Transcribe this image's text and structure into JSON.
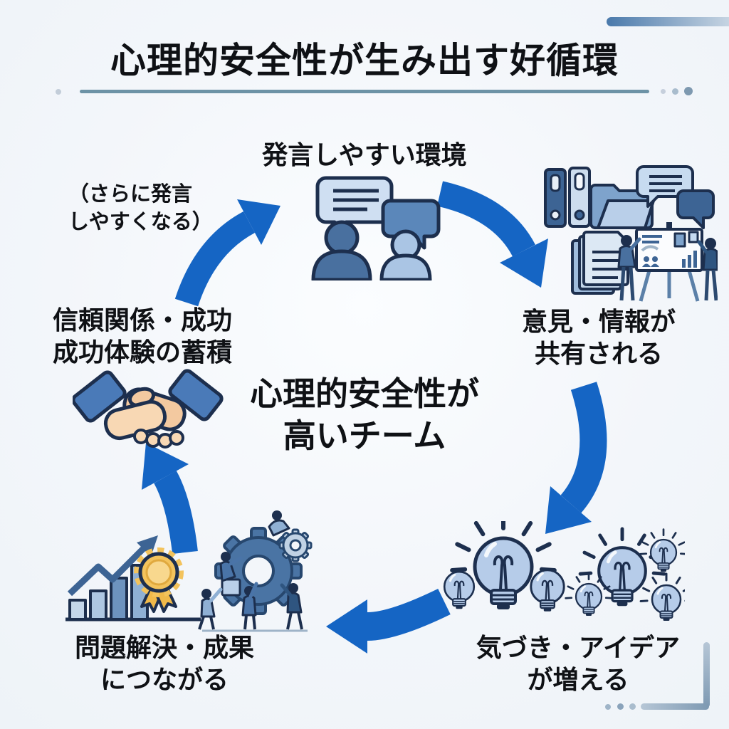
{
  "page": {
    "title": "心理的安全性が生み出す好循環",
    "background": "#f3f6fa",
    "underline_color": "#6d93a6"
  },
  "palette": {
    "arrow_blue": "#1565c4",
    "icon_navy": "#1d2f4e",
    "icon_blue": "#4a74a8",
    "icon_light_blue": "#b6cce9",
    "medal_gold": "#f3c35c",
    "hand_skin": "#f3c9a0"
  },
  "center_label": {
    "line1": "心理的安全性が",
    "line2": "高いチーム"
  },
  "annotation": {
    "line1": "（さらに発言",
    "line2": "しやすくなる）"
  },
  "nodes": {
    "speak_up": {
      "label": "発言しやすい環境",
      "icon": "two-people-chat-icon"
    },
    "share": {
      "line1": "意見・情報が",
      "line2": "共有される",
      "icon": "documents-presentation-icon"
    },
    "ideas": {
      "line1": "気づき・アイデア",
      "line2": "が増える",
      "icon": "lightbulbs-icon"
    },
    "results": {
      "line1": "問題解決・成果",
      "line2": "につながる",
      "icon_left": "growth-chart-medal-icon",
      "icon_right": "teamwork-gear-icon"
    },
    "trust": {
      "line1": "信頼関係・成功",
      "line2": "成功体験の蓄積",
      "icon": "handshake-icon"
    }
  },
  "icons": {
    "two-people-chat-icon": "svg-shape",
    "documents-presentation-icon": "svg-shape",
    "lightbulbs-icon": "svg-shape",
    "growth-chart-medal-icon": "svg-shape",
    "teamwork-gear-icon": "svg-shape",
    "handshake-icon": "svg-shape",
    "cycle-arrow-icon": "svg-shape"
  }
}
